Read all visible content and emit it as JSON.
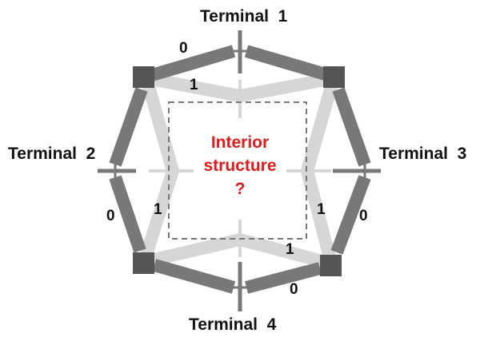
{
  "terminals": [
    "Terminal  1",
    "Terminal  2",
    "Terminal  3",
    "Terminal  4"
  ],
  "edge_labels": {
    "outer": [
      "0",
      "0",
      "0",
      "0"
    ],
    "inner": [
      "1",
      "1",
      "1",
      "1"
    ]
  },
  "interior": {
    "line1": "Interior",
    "line2": "structure",
    "line3": "?"
  },
  "colors": {
    "outer_bar": "#787878",
    "inner_bar": "#d6d6d6",
    "node": "#555555",
    "interior_text": "#e31a1a",
    "box_border": "#777777"
  }
}
